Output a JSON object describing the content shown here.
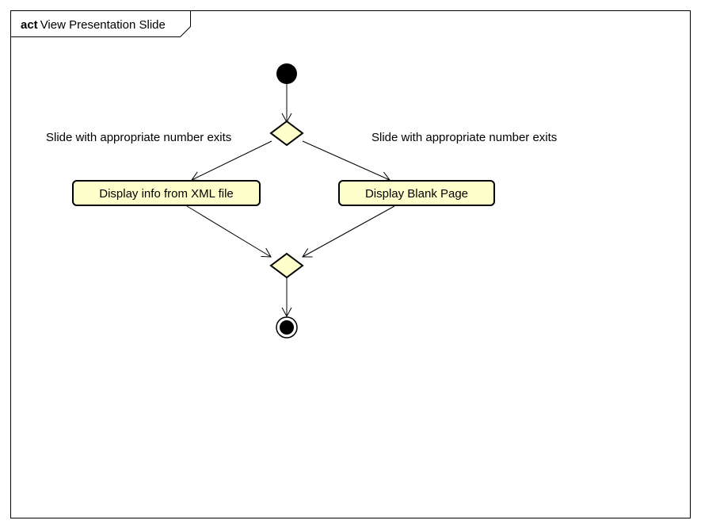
{
  "frame": {
    "keyword": "act",
    "name": "View Presentation Slide"
  },
  "actions": [
    {
      "label": "Display info from XML file"
    },
    {
      "label": "Display Blank Page"
    }
  ],
  "guards": [
    {
      "label": "Slide with appropriate number exits"
    },
    {
      "label": "Slide with appropriate number exits"
    }
  ],
  "colors": {
    "action_fill": "#FFFFCC",
    "decision_fill": "#FFFFCC",
    "stroke": "#000000"
  }
}
